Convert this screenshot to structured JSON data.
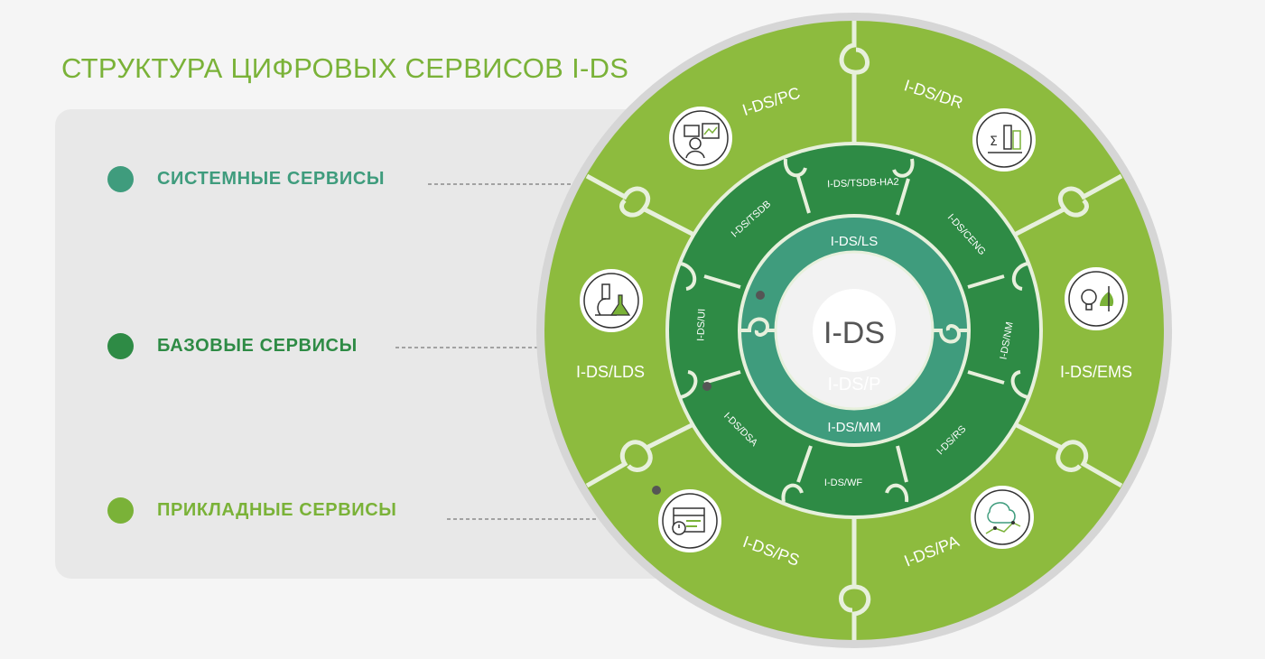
{
  "title": "СТРУКТУРА ЦИФРОВЫХ СЕРВИСОВ I-DS",
  "legend": [
    {
      "label": "СИСТЕМНЫЕ СЕРВИСЫ",
      "color": "#3f9c7d",
      "text_color": "#3f9c7d"
    },
    {
      "label": "БАЗОВЫЕ СЕРВИСЫ",
      "color": "#2e8b45",
      "text_color": "#2e8b45"
    },
    {
      "label": "ПРИКЛАДНЫЕ СЕРВИСЫ",
      "color": "#7ab238",
      "text_color": "#7ab238"
    }
  ],
  "colors": {
    "outer_ring": "#8dbb3e",
    "middle_ring": "#2e8b45",
    "inner_ring": "#3f9c7d",
    "core": "#f2f2f2",
    "rim": "#d6d6d6",
    "separator": "#e7f0dc"
  },
  "core": {
    "label": "I-DS"
  },
  "inner_ring": {
    "top": "I-DS/LS",
    "middle": "I-DS/P",
    "bottom": "I-DS/MM"
  },
  "middle_ring": {
    "tsdb": "I-DS/TSDB",
    "tsdb_ha2": "I-DS/TSDB-HA2",
    "ceng": "I-DS/CENG",
    "nm": "I-DS/NM",
    "rs": "I-DS/RS",
    "wf": "I-DS/WF",
    "dsa": "I-DS/DSA",
    "ui": "I-DS/UI"
  },
  "outer_ring": {
    "pc": {
      "label": "I-DS/PC",
      "icon": "operator-monitor-icon"
    },
    "dr": {
      "label": "I-DS/DR",
      "icon": "calculation-tank-icon"
    },
    "ems": {
      "label": "I-DS/EMS",
      "icon": "energy-bulb-icon"
    },
    "pa": {
      "label": "I-DS/PA",
      "icon": "brain-analytics-icon"
    },
    "ps": {
      "label": "I-DS/PS",
      "icon": "calendar-schedule-icon"
    },
    "lds": {
      "label": "I-DS/LDS",
      "icon": "lab-microscope-icon"
    }
  }
}
